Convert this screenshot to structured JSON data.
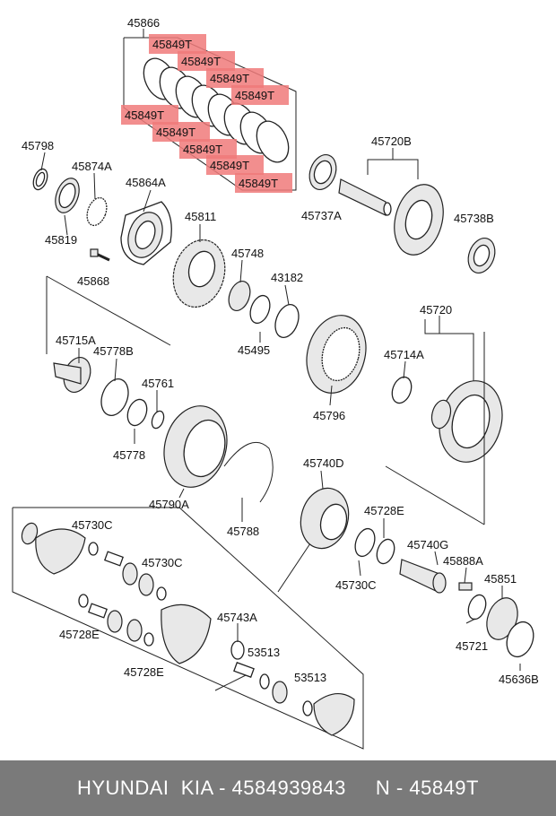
{
  "labels": [
    {
      "id": "45866",
      "text": "45866"
    },
    {
      "id": "45849t_1",
      "text": "45849T"
    },
    {
      "id": "45849t_2",
      "text": "45849T"
    },
    {
      "id": "45849t_3",
      "text": "45849T"
    },
    {
      "id": "45849t_4",
      "text": "45849T"
    },
    {
      "id": "45849t_5",
      "text": "45849T"
    },
    {
      "id": "45849t_6",
      "text": "45849T"
    },
    {
      "id": "45849t_7",
      "text": "45849T"
    },
    {
      "id": "45849t_8",
      "text": "45849T"
    },
    {
      "id": "45849t_9",
      "text": "45849T"
    },
    {
      "id": "45798",
      "text": "45798"
    },
    {
      "id": "45874a",
      "text": "45874A"
    },
    {
      "id": "45864a",
      "text": "45864A"
    },
    {
      "id": "45819",
      "text": "45819"
    },
    {
      "id": "45868",
      "text": "45868"
    },
    {
      "id": "45720b",
      "text": "45720B"
    },
    {
      "id": "45737a",
      "text": "45737A"
    },
    {
      "id": "45738b",
      "text": "45738B"
    },
    {
      "id": "45811",
      "text": "45811"
    },
    {
      "id": "45748",
      "text": "45748"
    },
    {
      "id": "43182",
      "text": "43182"
    },
    {
      "id": "45495",
      "text": "45495"
    },
    {
      "id": "45720",
      "text": "45720"
    },
    {
      "id": "45715a",
      "text": "45715A"
    },
    {
      "id": "45778b",
      "text": "45778B"
    },
    {
      "id": "45761",
      "text": "45761"
    },
    {
      "id": "45714a",
      "text": "45714A"
    },
    {
      "id": "45796",
      "text": "45796"
    },
    {
      "id": "45778",
      "text": "45778"
    },
    {
      "id": "45790a",
      "text": "45790A"
    },
    {
      "id": "45788",
      "text": "45788"
    },
    {
      "id": "45740d",
      "text": "45740D"
    },
    {
      "id": "45728e_top",
      "text": "45728E"
    },
    {
      "id": "45730c_1",
      "text": "45730C"
    },
    {
      "id": "45730c_2",
      "text": "45730C"
    },
    {
      "id": "45730c_3",
      "text": "45730C"
    },
    {
      "id": "45740g",
      "text": "45740G"
    },
    {
      "id": "45888a",
      "text": "45888A"
    },
    {
      "id": "45851",
      "text": "45851"
    },
    {
      "id": "45743a",
      "text": "45743A"
    },
    {
      "id": "45728e_1",
      "text": "45728E"
    },
    {
      "id": "45728e_2",
      "text": "45728E"
    },
    {
      "id": "53513_1",
      "text": "53513"
    },
    {
      "id": "53513_2",
      "text": "53513"
    },
    {
      "id": "45721",
      "text": "45721"
    },
    {
      "id": "45636b",
      "text": "45636B"
    }
  ],
  "highlight_color": "#f07a7a",
  "footer": {
    "text": "HYUNDAI  KIA - 4584939843     N - 45849T"
  }
}
